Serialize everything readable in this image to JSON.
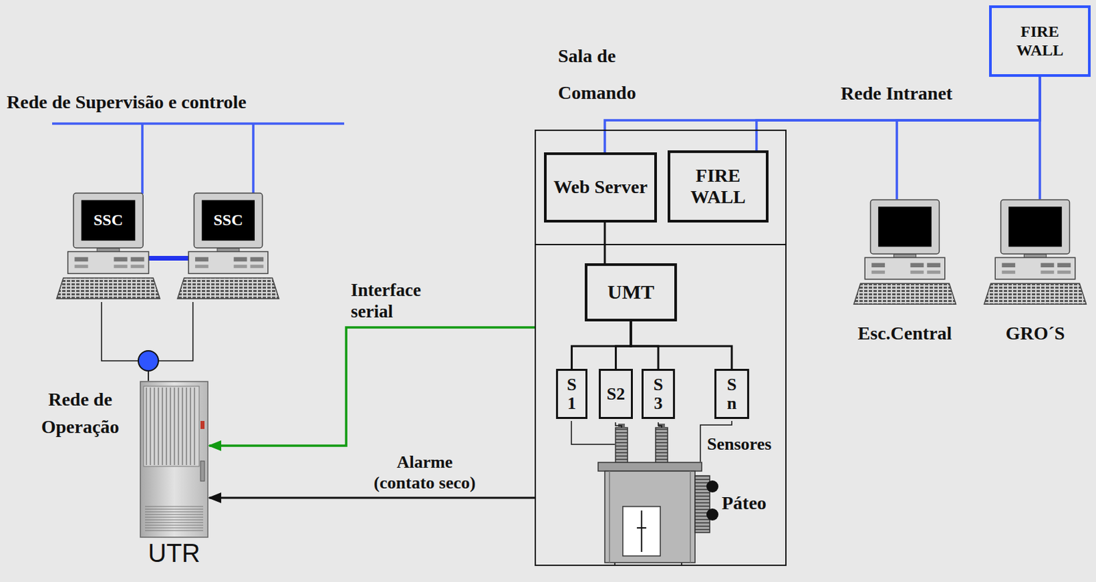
{
  "diagram": {
    "nodes": [
      {
        "text": [
          "SSC"
        ]
      },
      {
        "text": [
          "SSC"
        ]
      },
      {
        "text": [
          "UTR"
        ]
      },
      {
        "text": [
          "Sala de Comando"
        ]
      },
      {
        "text": [
          "Web Server"
        ],
        "in": 3
      },
      {
        "text": [
          "FIRE WALL"
        ],
        "in": 3
      },
      {
        "text": [
          "UMT"
        ],
        "in": 3
      },
      {
        "text": [
          "S 1"
        ],
        "in": 3
      },
      {
        "text": [
          "S2"
        ],
        "in": 3
      },
      {
        "text": [
          "S 3"
        ],
        "in": 3
      },
      {
        "text": [
          "S n"
        ],
        "in": 3
      },
      {
        "text": [
          "FIRE WALL"
        ]
      },
      {
        "text": [
          "Esc.Central"
        ]
      },
      {
        "text": [
          "GRO´S"
        ]
      }
    ],
    "edges": [
      {
        "from": 0,
        "to": 1,
        "arrow": "none"
      },
      {
        "from": 0,
        "to": 2,
        "arrow": "none"
      },
      {
        "from": 1,
        "to": 2,
        "arrow": "none"
      },
      {
        "from": 3,
        "to": 2,
        "label": "Interface serial",
        "arrow": "to"
      },
      {
        "from": 3,
        "to": 2,
        "label": "Alarme (contato seco)",
        "arrow": "to"
      },
      {
        "from": 4,
        "to": 6,
        "arrow": "none"
      },
      {
        "from": 6,
        "to": 7,
        "arrow": "none"
      },
      {
        "from": 6,
        "to": 8,
        "arrow": "none"
      },
      {
        "from": 6,
        "to": 9,
        "arrow": "none"
      },
      {
        "from": 6,
        "to": 10,
        "arrow": "none"
      },
      {
        "from": 11,
        "to": 4,
        "arrow": "none"
      },
      {
        "from": 11,
        "to": 5,
        "arrow": "none"
      },
      {
        "from": 11,
        "to": 12,
        "arrow": "none"
      },
      {
        "from": 11,
        "to": 13,
        "arrow": "none"
      }
    ],
    "labels": [
      "Rede de Supervisão e controle",
      "Rede de Operação",
      "Rede Intranet",
      "Sensores",
      "Páteo"
    ]
  }
}
